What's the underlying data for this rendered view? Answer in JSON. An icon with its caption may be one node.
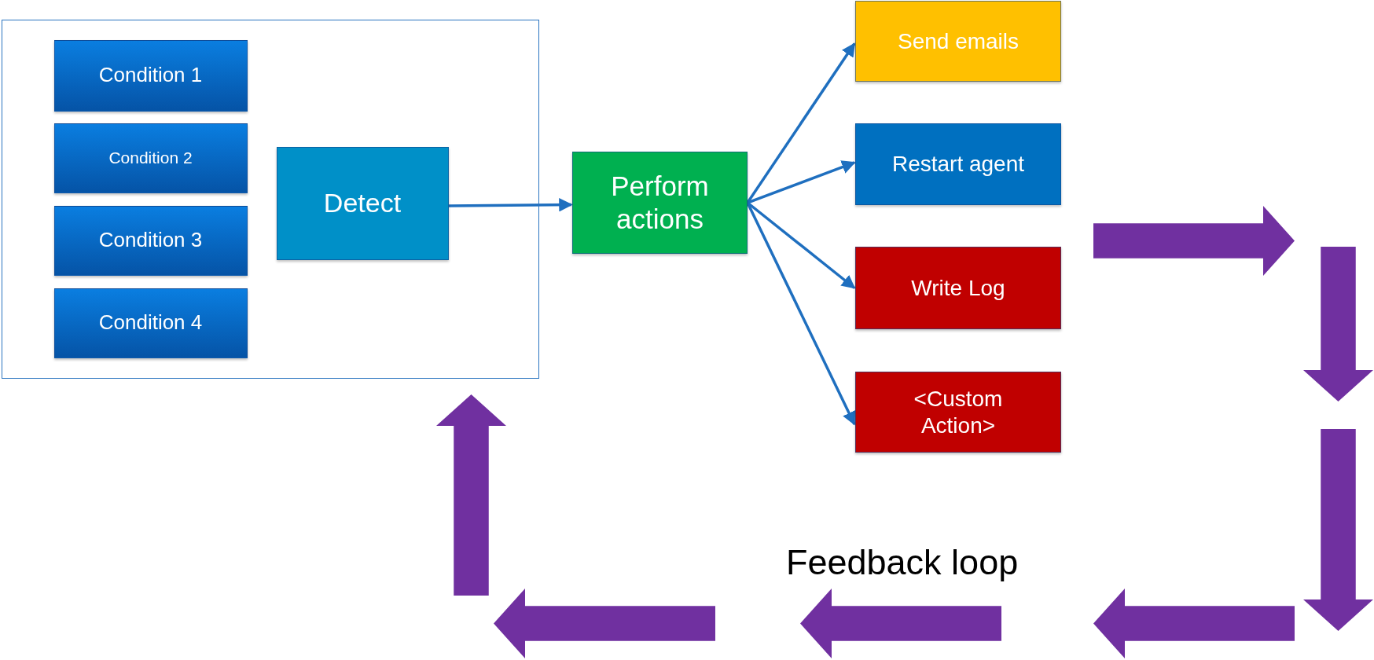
{
  "diagram": {
    "nodes": [
      {
        "text": [],
        "shape": "box"
      },
      {
        "text": [
          "Condition 1"
        ],
        "in": 0
      },
      {
        "text": [
          "Condition 2"
        ],
        "in": 0
      },
      {
        "text": [
          "Condition 3"
        ],
        "in": 0
      },
      {
        "text": [
          "Condition 4"
        ],
        "in": 0
      },
      {
        "text": [
          "Detect"
        ],
        "in": 0
      },
      {
        "text": [
          "Perform actions"
        ]
      },
      {
        "text": [
          "Send emails"
        ]
      },
      {
        "text": [
          "Restart agent"
        ]
      },
      {
        "text": [
          "Write Log"
        ]
      },
      {
        "text": [
          "<Custom Action>"
        ]
      }
    ],
    "edges": [
      {
        "from": 5,
        "to": 6,
        "arrow": "to"
      },
      {
        "from": 6,
        "to": 7,
        "arrow": "to"
      },
      {
        "from": 6,
        "to": 8,
        "arrow": "to"
      },
      {
        "from": 6,
        "to": 9,
        "arrow": "to"
      },
      {
        "from": 6,
        "to": 10,
        "arrow": "to"
      }
    ],
    "labels": [
      "Feedback loop"
    ]
  }
}
